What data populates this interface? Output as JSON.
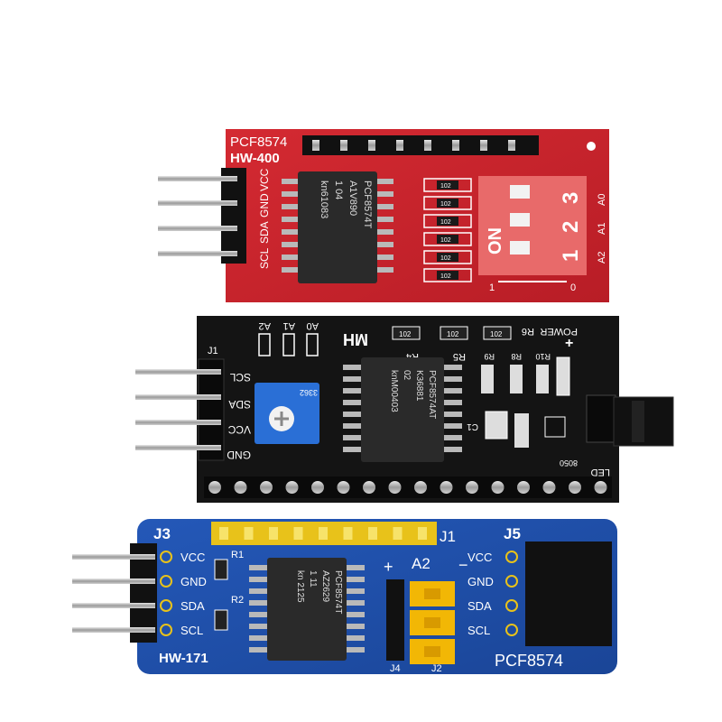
{
  "red_board": {
    "chip_model": "PCF8574",
    "board_id": "HW-400",
    "header_labels": [
      "SCL",
      "SDA",
      "GND",
      "VCC"
    ],
    "chip_lines": [
      "PCF8574T",
      "A1V890",
      "1    04",
      "kn61083"
    ],
    "resistor_code": "102",
    "dip_numbers": [
      "1",
      "2",
      "3"
    ],
    "dip_on": "ON",
    "address_labels": [
      "A2",
      "A1",
      "A0"
    ],
    "scale_labels": [
      "1",
      "0"
    ]
  },
  "black_board": {
    "connector_ref": "J1",
    "address_labels": [
      "A2",
      "A1",
      "A0"
    ],
    "brand_mark": "MH",
    "resistor_refs": [
      "R4",
      "R5",
      "R6",
      "R8",
      "R9",
      "R10"
    ],
    "resistor_code": "102",
    "pot_code": "3362",
    "header_labels": [
      "SCL",
      "SDA",
      "VCC",
      "GND"
    ],
    "chip_lines": [
      "PCF8574AT",
      "K36881",
      "02",
      "knM00403"
    ],
    "power_label": "POWER",
    "plus_sign": "+",
    "cap_ref": "C1",
    "transistor_label": "8050",
    "led_label": "LED"
  },
  "blue_board": {
    "connector_left": "J3",
    "connector_top": "J1",
    "connector_right": "J5",
    "left_labels": [
      "VCC",
      "GND",
      "SDA",
      "SCL"
    ],
    "right_labels": [
      "VCC",
      "GND",
      "SDA",
      "SCL"
    ],
    "resistor_refs": [
      "R1",
      "R2"
    ],
    "chip_lines": [
      "PCF8574T",
      "AZ2629",
      "1    11",
      "kn 2125"
    ],
    "address_label": "A2",
    "plus_sign": "+",
    "minus_sign": "−",
    "jumper_refs": [
      "J4",
      "J2"
    ],
    "board_id": "HW-171",
    "chip_name": "PCF8574"
  },
  "colors": {
    "red_pcb": "#c8232c",
    "black_pcb": "#141414",
    "blue_pcb": "#1f4fa8",
    "gold_pins": "#e8c21a",
    "silver_pins": "#b9b9b9",
    "chip_body": "#2a2a2a",
    "dip_switch": "#e86a6a",
    "potentiometer": "#2a6fd6",
    "jumper_yellow": "#f2b705"
  }
}
